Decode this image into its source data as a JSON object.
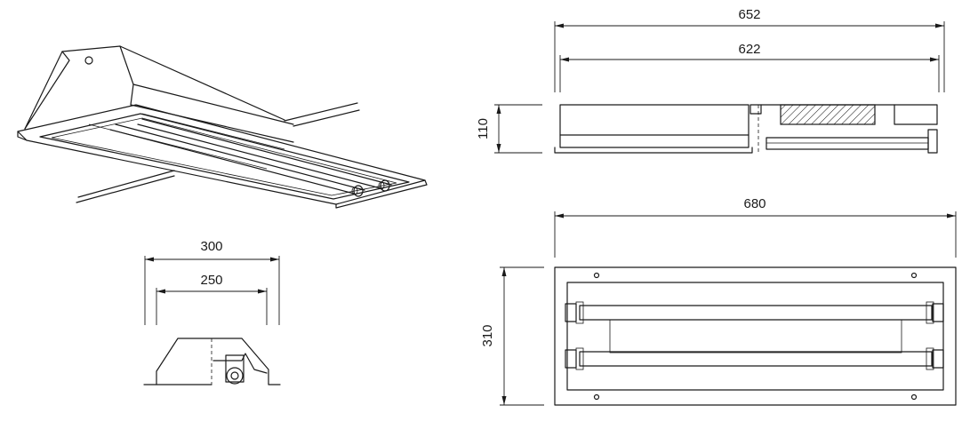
{
  "dimensions": {
    "side_overall_length": "652",
    "side_inner_length": "622",
    "side_height": "110",
    "end_overall_width": "300",
    "end_inner_width": "250",
    "plan_length": "680",
    "plan_width": "310"
  }
}
